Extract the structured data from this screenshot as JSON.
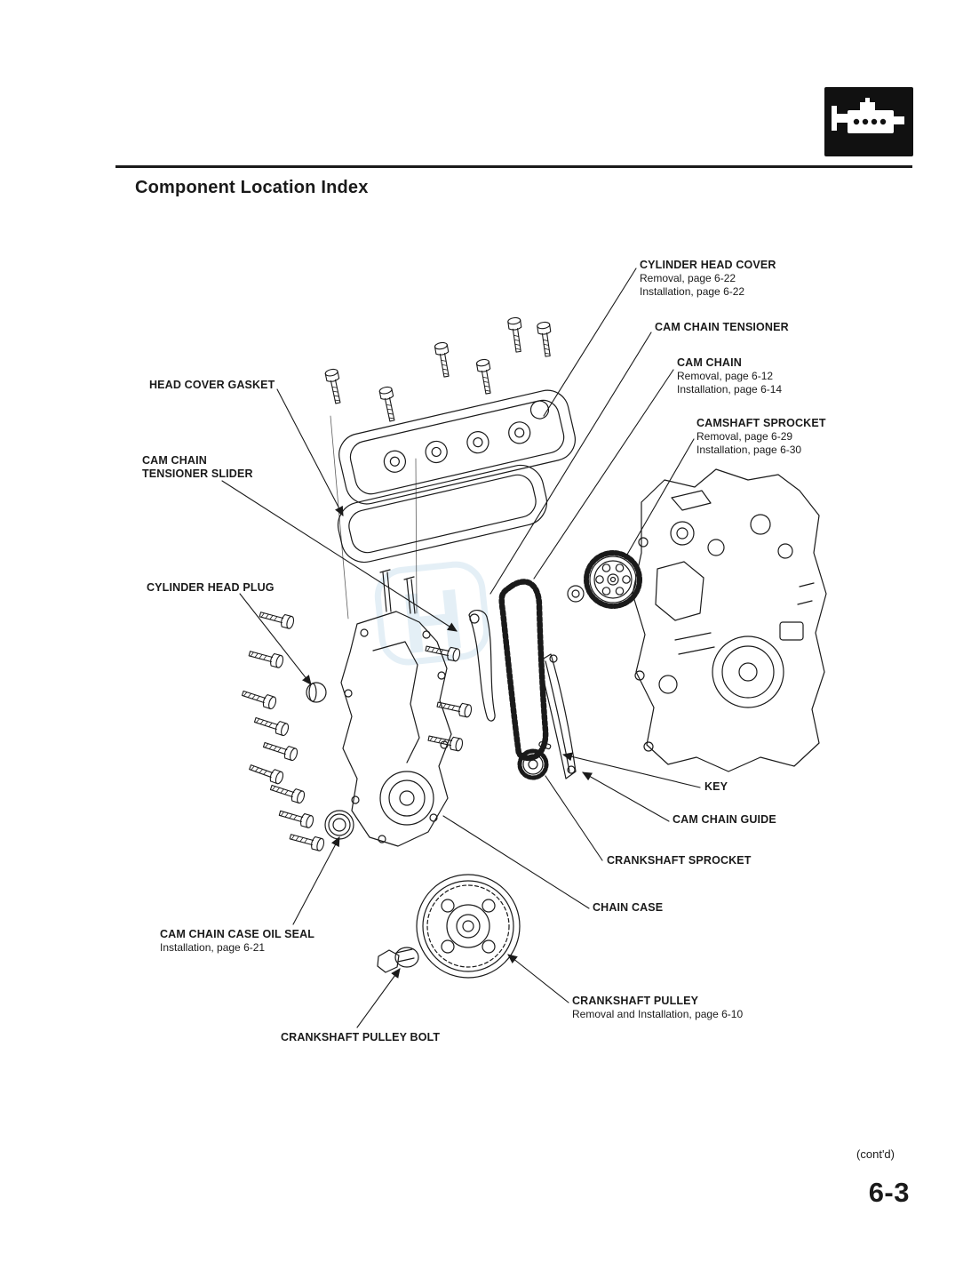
{
  "page": {
    "title": "Component Location Index",
    "contd": "(cont'd)",
    "page_number": "6-3",
    "header_icon": "engine-icon"
  },
  "colors": {
    "ink": "#1a1a1a",
    "watermark_blue": "#cfe2ef"
  },
  "labels": {
    "cylinder_head_cover": {
      "title": "CYLINDER HEAD COVER",
      "sub1": "Removal, page 6-22",
      "sub2": "Installation, page 6-22"
    },
    "cam_chain_tensioner": {
      "title": "CAM CHAIN TENSIONER"
    },
    "cam_chain": {
      "title": "CAM CHAIN",
      "sub1": "Removal, page 6-12",
      "sub2": "Installation, page 6-14"
    },
    "camshaft_sprocket": {
      "title": "CAMSHAFT SPROCKET",
      "sub1": "Removal, page 6-29",
      "sub2": "Installation, page 6-30"
    },
    "head_cover_gasket": {
      "title": "HEAD COVER GASKET"
    },
    "cam_chain_tensioner_slider": {
      "title_line1": "CAM CHAIN",
      "title_line2": "TENSIONER SLIDER"
    },
    "cylinder_head_plug": {
      "title": "CYLINDER HEAD PLUG"
    },
    "key": {
      "title": "KEY"
    },
    "cam_chain_guide": {
      "title": "CAM CHAIN GUIDE"
    },
    "crankshaft_sprocket": {
      "title": "CRANKSHAFT SPROCKET"
    },
    "chain_case": {
      "title": "CHAIN CASE"
    },
    "cam_chain_case_oil_seal": {
      "title": "CAM CHAIN CASE OIL SEAL",
      "sub1": "Installation, page 6-21"
    },
    "crankshaft_pulley": {
      "title": "CRANKSHAFT PULLEY",
      "sub1": "Removal and Installation, page 6-10"
    },
    "crankshaft_pulley_bolt": {
      "title": "CRANKSHAFT PULLEY BOLT"
    }
  }
}
